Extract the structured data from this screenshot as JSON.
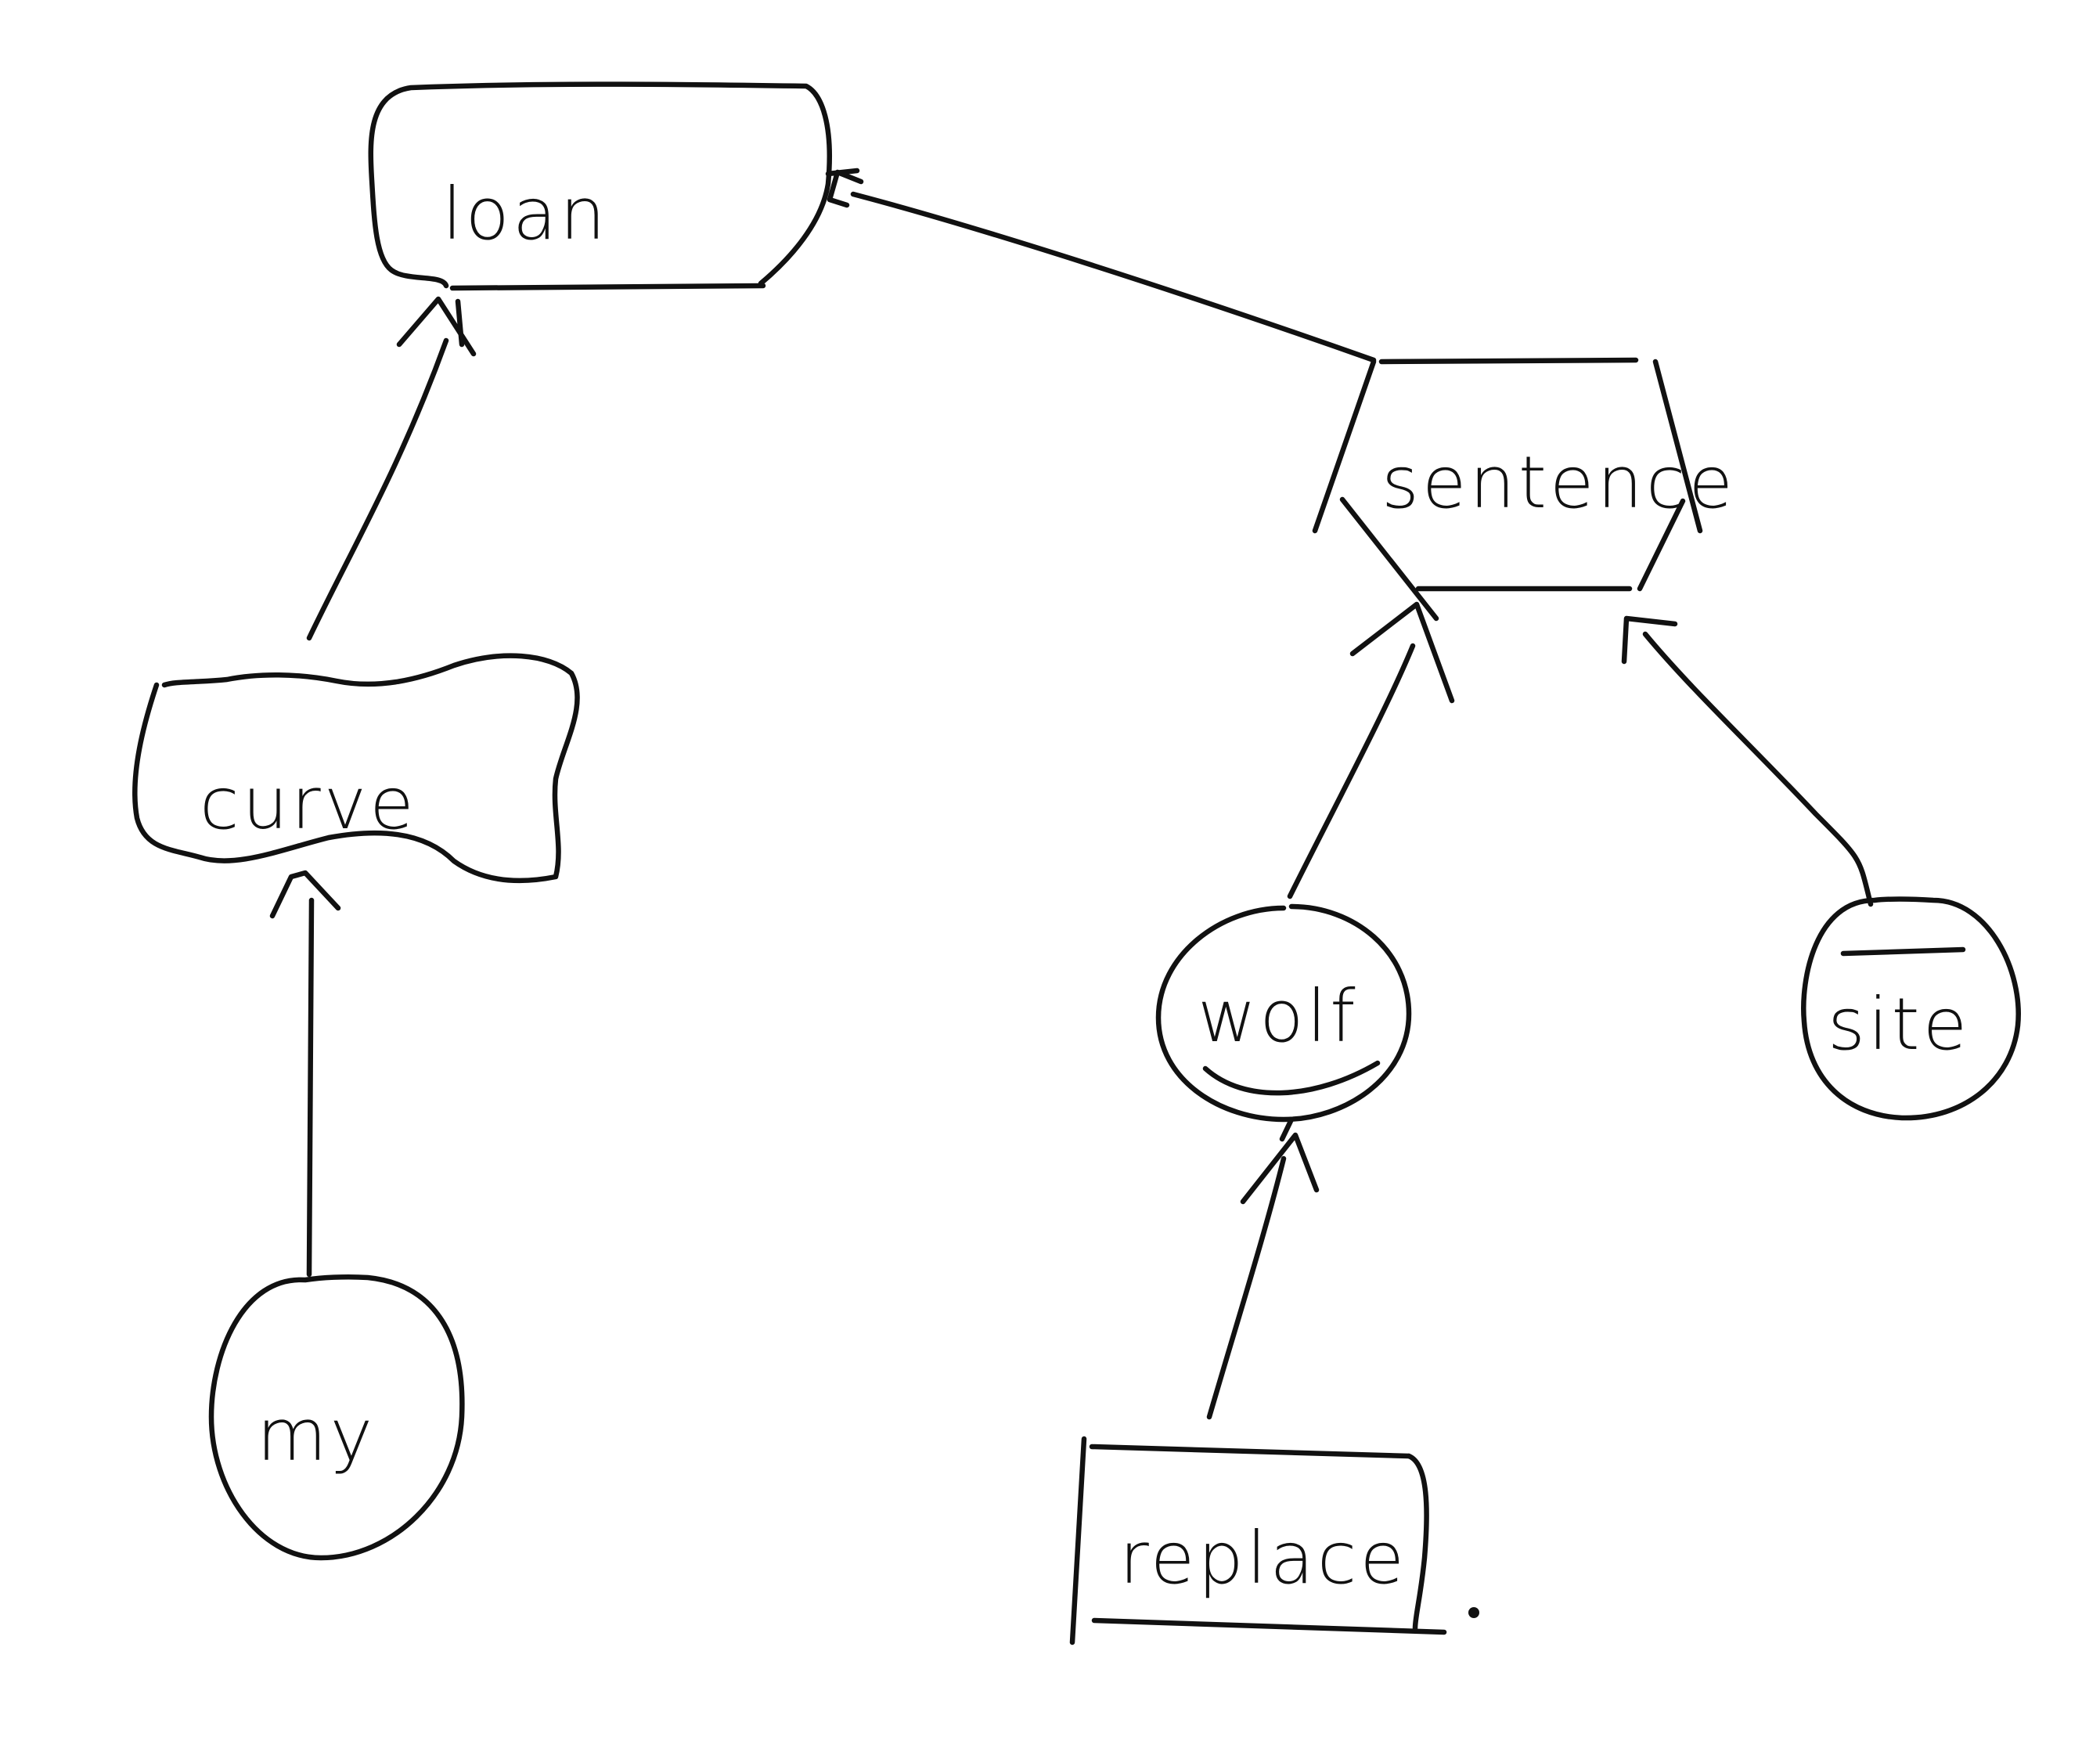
{
  "diagram": {
    "type": "hand-drawn directed graph",
    "nodes": [
      {
        "id": "loan",
        "label": "loan",
        "shape": "rounded-rectangle"
      },
      {
        "id": "sentence",
        "label": "sentence",
        "shape": "hexagon"
      },
      {
        "id": "curve",
        "label": "curve",
        "shape": "wavy-rectangle"
      },
      {
        "id": "wolf",
        "label": "wolf",
        "shape": "circle"
      },
      {
        "id": "site",
        "label": "site",
        "shape": "circle"
      },
      {
        "id": "my",
        "label": "my",
        "shape": "circle"
      },
      {
        "id": "replace",
        "label": "replace",
        "shape": "rectangle"
      }
    ],
    "edges": [
      {
        "from": "sentence",
        "to": "loan"
      },
      {
        "from": "curve",
        "to": "loan"
      },
      {
        "from": "my",
        "to": "curve"
      },
      {
        "from": "wolf",
        "to": "sentence"
      },
      {
        "from": "site",
        "to": "sentence"
      },
      {
        "from": "replace",
        "to": "wolf"
      }
    ],
    "colors": {
      "ink": "#111111",
      "background": "#ffffff"
    }
  }
}
